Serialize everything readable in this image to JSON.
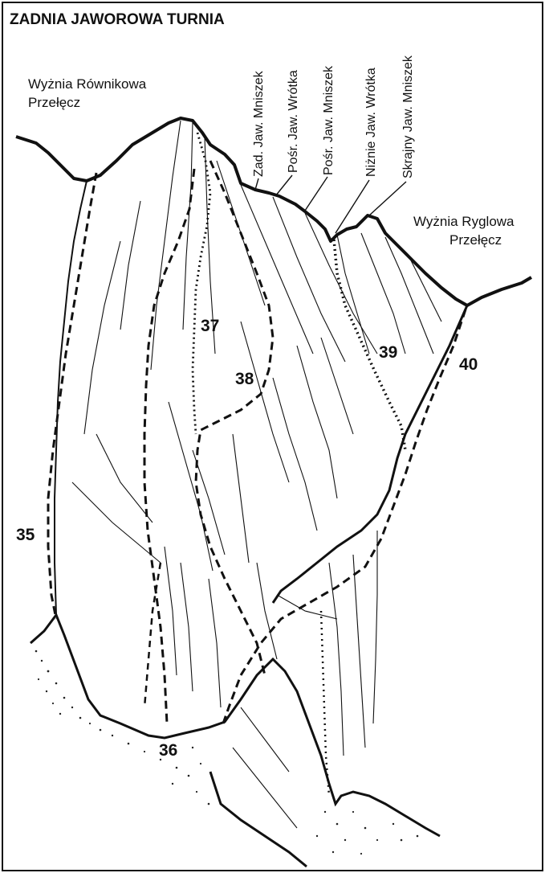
{
  "title": "ZADNIA JAWOROWA TURNIA",
  "places": {
    "left_line1": "Wyżnia Równikowa",
    "left_line2": "Przełęcz",
    "right_line1": "Wyżnia Ryglowa",
    "right_line2": "Przełęcz"
  },
  "features": [
    "Zad. Jaw. Mniszek",
    "Pośr. Jaw. Wrótka",
    "Pośr. Jaw. Mniszek",
    "Niżnie Jaw. Wrótka",
    "Skrajny Jaw. Mniszek"
  ],
  "routes": [
    "35",
    "36",
    "37",
    "38",
    "39",
    "40"
  ]
}
